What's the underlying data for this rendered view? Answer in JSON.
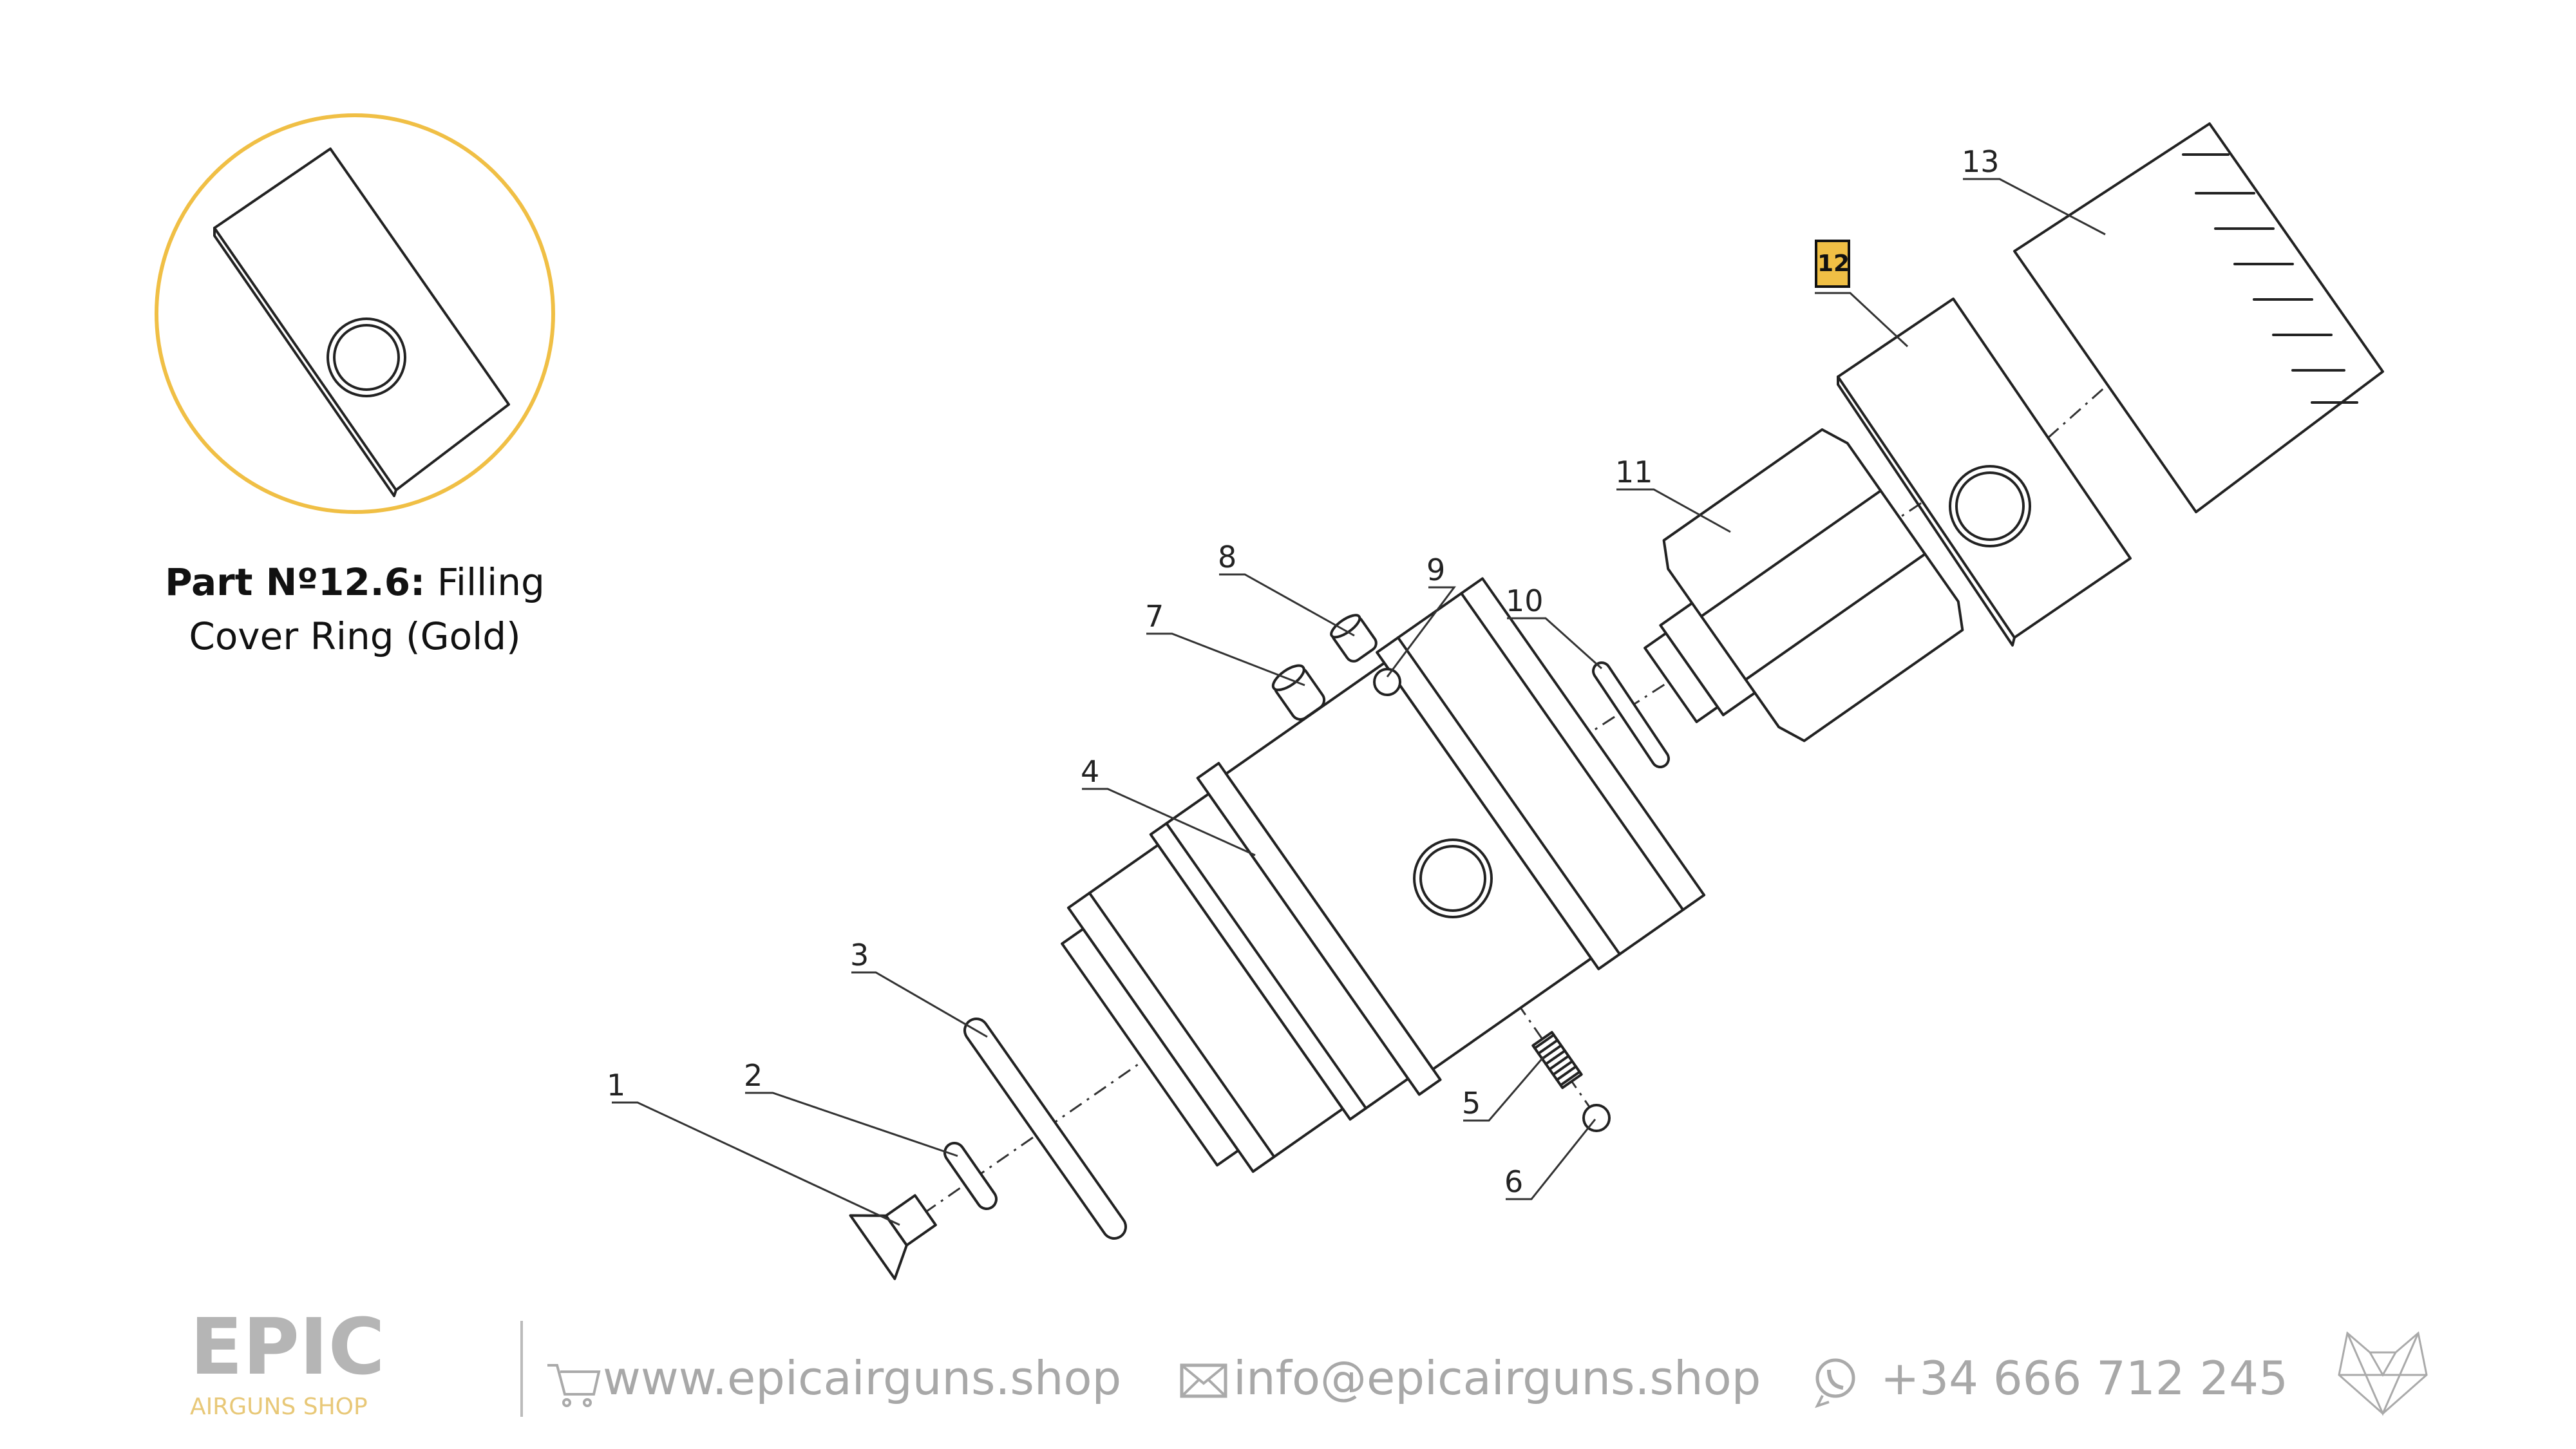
{
  "inset": {
    "title_bold": "Part Nº12.6:",
    "title_rest": " Filling",
    "title_line2": "Cover Ring (Gold)",
    "ring_color": "#f0bf45"
  },
  "callouts": [
    "1",
    "2",
    "3",
    "4",
    "5",
    "6",
    "7",
    "8",
    "9",
    "10",
    "11",
    "12",
    "13"
  ],
  "highlighted_callout": {
    "label": "12",
    "color": "#f0bf45"
  },
  "footer": {
    "logo_main": "EPIC",
    "logo_sub": "AIRGUNS SHOP",
    "website": "www.epicairguns.shop",
    "email": "info@epicairguns.shop",
    "phone": "+34 666 712 245",
    "icons": [
      "cart-icon",
      "envelope-icon",
      "whatsapp-icon",
      "wolf-logo-icon"
    ],
    "text_color": "#a8a8a8",
    "accent_color": "#e8c878"
  }
}
